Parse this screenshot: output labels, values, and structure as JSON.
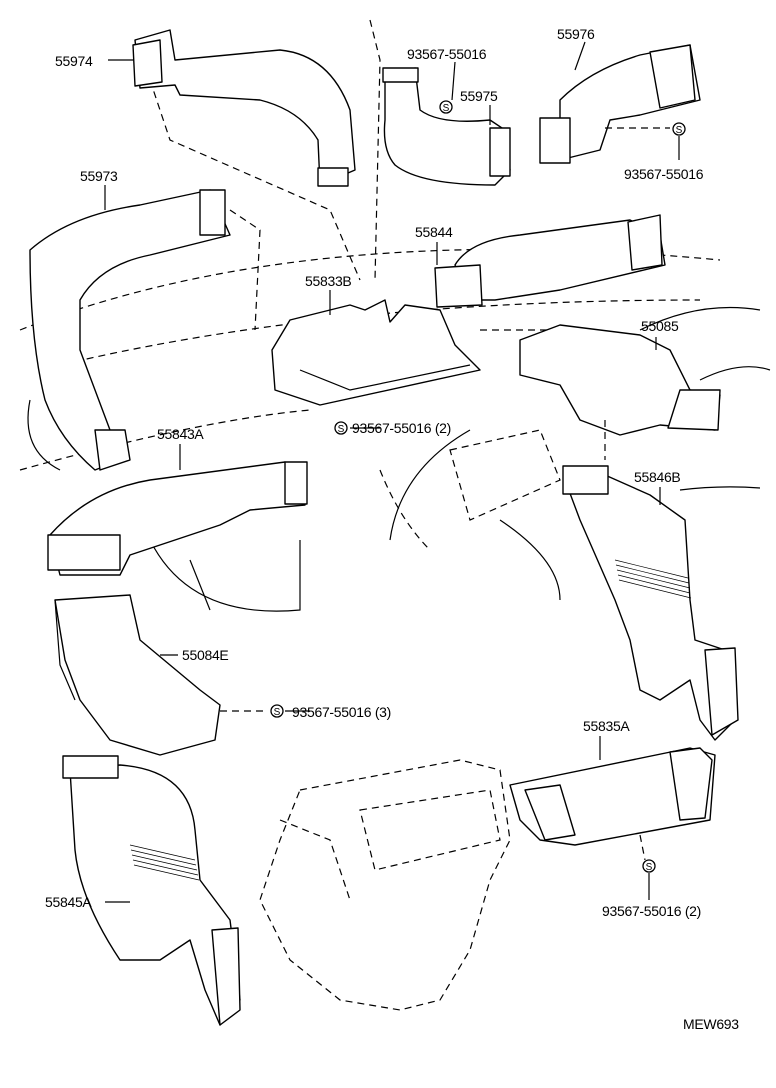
{
  "diagram": {
    "callouts": [
      {
        "id": "c1",
        "text": "55974"
      },
      {
        "id": "c2",
        "text": "93567-55016"
      },
      {
        "id": "c3",
        "text": "55976"
      },
      {
        "id": "c4",
        "text": "55975"
      },
      {
        "id": "c5",
        "text": "93567-55016"
      },
      {
        "id": "c6",
        "text": "55973"
      },
      {
        "id": "c7",
        "text": "55844"
      },
      {
        "id": "c8",
        "text": "55833B"
      },
      {
        "id": "c9",
        "text": "55085"
      },
      {
        "id": "c10",
        "text": "93567-55016 (2)"
      },
      {
        "id": "c11",
        "text": "55843A"
      },
      {
        "id": "c12",
        "text": "55846B"
      },
      {
        "id": "c13",
        "text": "55084E"
      },
      {
        "id": "c14",
        "text": "93567-55016 (3)"
      },
      {
        "id": "c15",
        "text": "55835A"
      },
      {
        "id": "c16",
        "text": "93567-55016 (2)"
      },
      {
        "id": "c17",
        "text": "55845A"
      }
    ],
    "screw_symbol": "S",
    "figure_code": "MEW693"
  }
}
